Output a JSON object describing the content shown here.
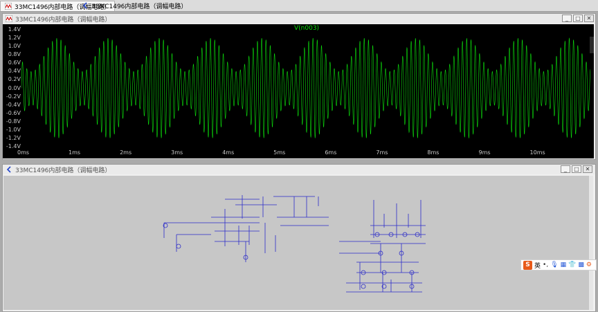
{
  "tabs": [
    {
      "label": "33MC1496内部电路（调幅电路）"
    },
    {
      "label": "33MC1496内部电路（调幅电路）"
    }
  ],
  "waveform_window": {
    "title": "33MC1496内部电路（调幅电路）",
    "trace_name": "V(n003)",
    "trace_color": "#0ce00c",
    "y_ticks": [
      "1.4V",
      "1.2V",
      "1.0V",
      "0.8V",
      "0.6V",
      "0.4V",
      "0.2V",
      "0.0V",
      "-0.2V",
      "-0.4V",
      "-0.6V",
      "-0.8V",
      "-1.0V",
      "-1.2V",
      "-1.4V"
    ],
    "x_ticks": [
      "0ms",
      "1ms",
      "2ms",
      "3ms",
      "4ms",
      "5ms",
      "6ms",
      "7ms",
      "8ms",
      "9ms",
      "10ms"
    ]
  },
  "schematic_window": {
    "title": "33MC1496内部电路（调幅电路）"
  },
  "ime_toolbar": {
    "brand": "S",
    "lang": "英"
  },
  "chart_data": {
    "type": "line",
    "ylabel": "",
    "xlabel": "",
    "ylim": [
      -1.4,
      1.4
    ],
    "xlim": [
      0,
      11.1
    ],
    "series": [
      {
        "name": "V(n003)",
        "description_values": {
          "carrier_freq_khz": 12,
          "envelope_period_ms": 1,
          "peak_v": 1.2,
          "min_envelope_v": 0.4,
          "first_peak_ms": 0.7
        }
      }
    ]
  }
}
